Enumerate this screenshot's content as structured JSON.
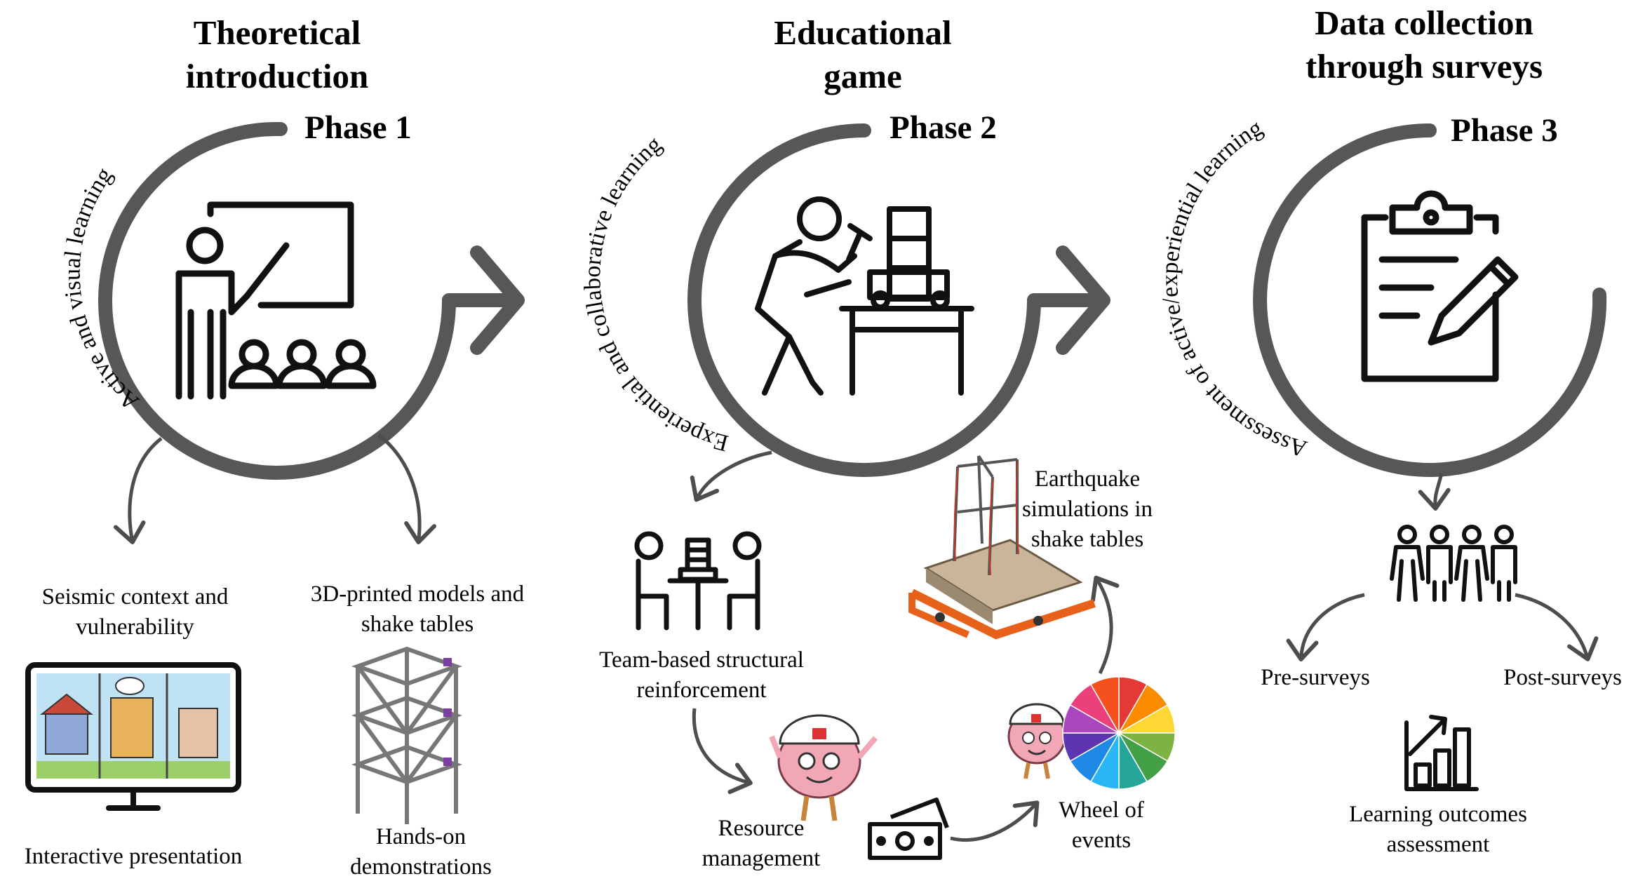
{
  "phases": [
    {
      "title_line1": "Theoretical",
      "title_line2": "introduction",
      "phase_label": "Phase 1",
      "arc_label": "Active and visual learning",
      "outputs": [
        {
          "line1": "Seismic context and",
          "line2": "vulnerability"
        },
        {
          "line1": "3D-printed models and",
          "line2": "shake tables"
        }
      ],
      "bottom_labels": [
        "Interactive presentation",
        "Hands-on",
        "demonstrations"
      ]
    },
    {
      "title_line1": "Educational",
      "title_line2": "game",
      "phase_label": "Phase 2",
      "arc_label": "Experiential and collaborative learning",
      "steps": {
        "team_line1": "Team-based structural",
        "team_line2": "reinforcement",
        "resource_line1": "Resource",
        "resource_line2": "management",
        "wheel_line1": "Wheel of",
        "wheel_line2": "events",
        "quake_line1": "Earthquake",
        "quake_line2": "simulations in",
        "quake_line3": "shake tables"
      }
    },
    {
      "title_line1": "Data collection",
      "title_line2": "through surveys",
      "phase_label": "Phase 3",
      "arc_label": "Assessment of active/experiential learning",
      "outputs": [
        "Pre-surveys",
        "Post-surveys"
      ],
      "outcome_line1": "Learning outcomes",
      "outcome_line2": "assessment"
    }
  ],
  "colors": {
    "arc": "#575757",
    "arrow": "#4d4d4d",
    "wheel": [
      "#e53935",
      "#fb8c00",
      "#fdd835",
      "#7cb342",
      "#43a047",
      "#26a69a",
      "#29b6f6",
      "#1e88e5",
      "#5e35b1",
      "#ab47bc",
      "#ec407a",
      "#f4511e"
    ]
  }
}
